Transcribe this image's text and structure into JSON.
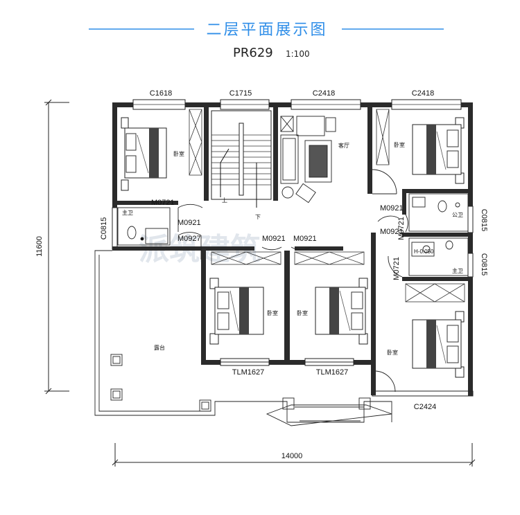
{
  "header": {
    "title": "二层平面展示图",
    "plan_code": "PR629",
    "scale": "1:100",
    "accent_color": "#2f8ee8"
  },
  "dimensions": {
    "overall_width": "14000",
    "overall_depth": "11600"
  },
  "windows": {
    "top_1": "C1618",
    "top_2": "C1715",
    "top_3": "C2418",
    "top_4": "C2418",
    "left_side": "C0815",
    "right_side_1": "C0815",
    "right_side_2": "C0815",
    "bottom_right": "C2424"
  },
  "doors": {
    "d1": "M0721",
    "d2": "M0921",
    "d3": "M0927",
    "d4": "M0921",
    "d5": "M0921",
    "d6": "M0921",
    "d7": "M0921",
    "d8": "M0721",
    "d9": "M0721",
    "balcony_1": "TLM1627",
    "balcony_2": "TLM1627"
  },
  "rooms": {
    "bedroom": "卧室",
    "living": "客厅",
    "terrace": "露台",
    "bath": "主卫",
    "bath2": "公卫",
    "stair_up": "上",
    "stair_down": "下",
    "level_mark": "H-0.050"
  },
  "watermark": "派筑建筑"
}
